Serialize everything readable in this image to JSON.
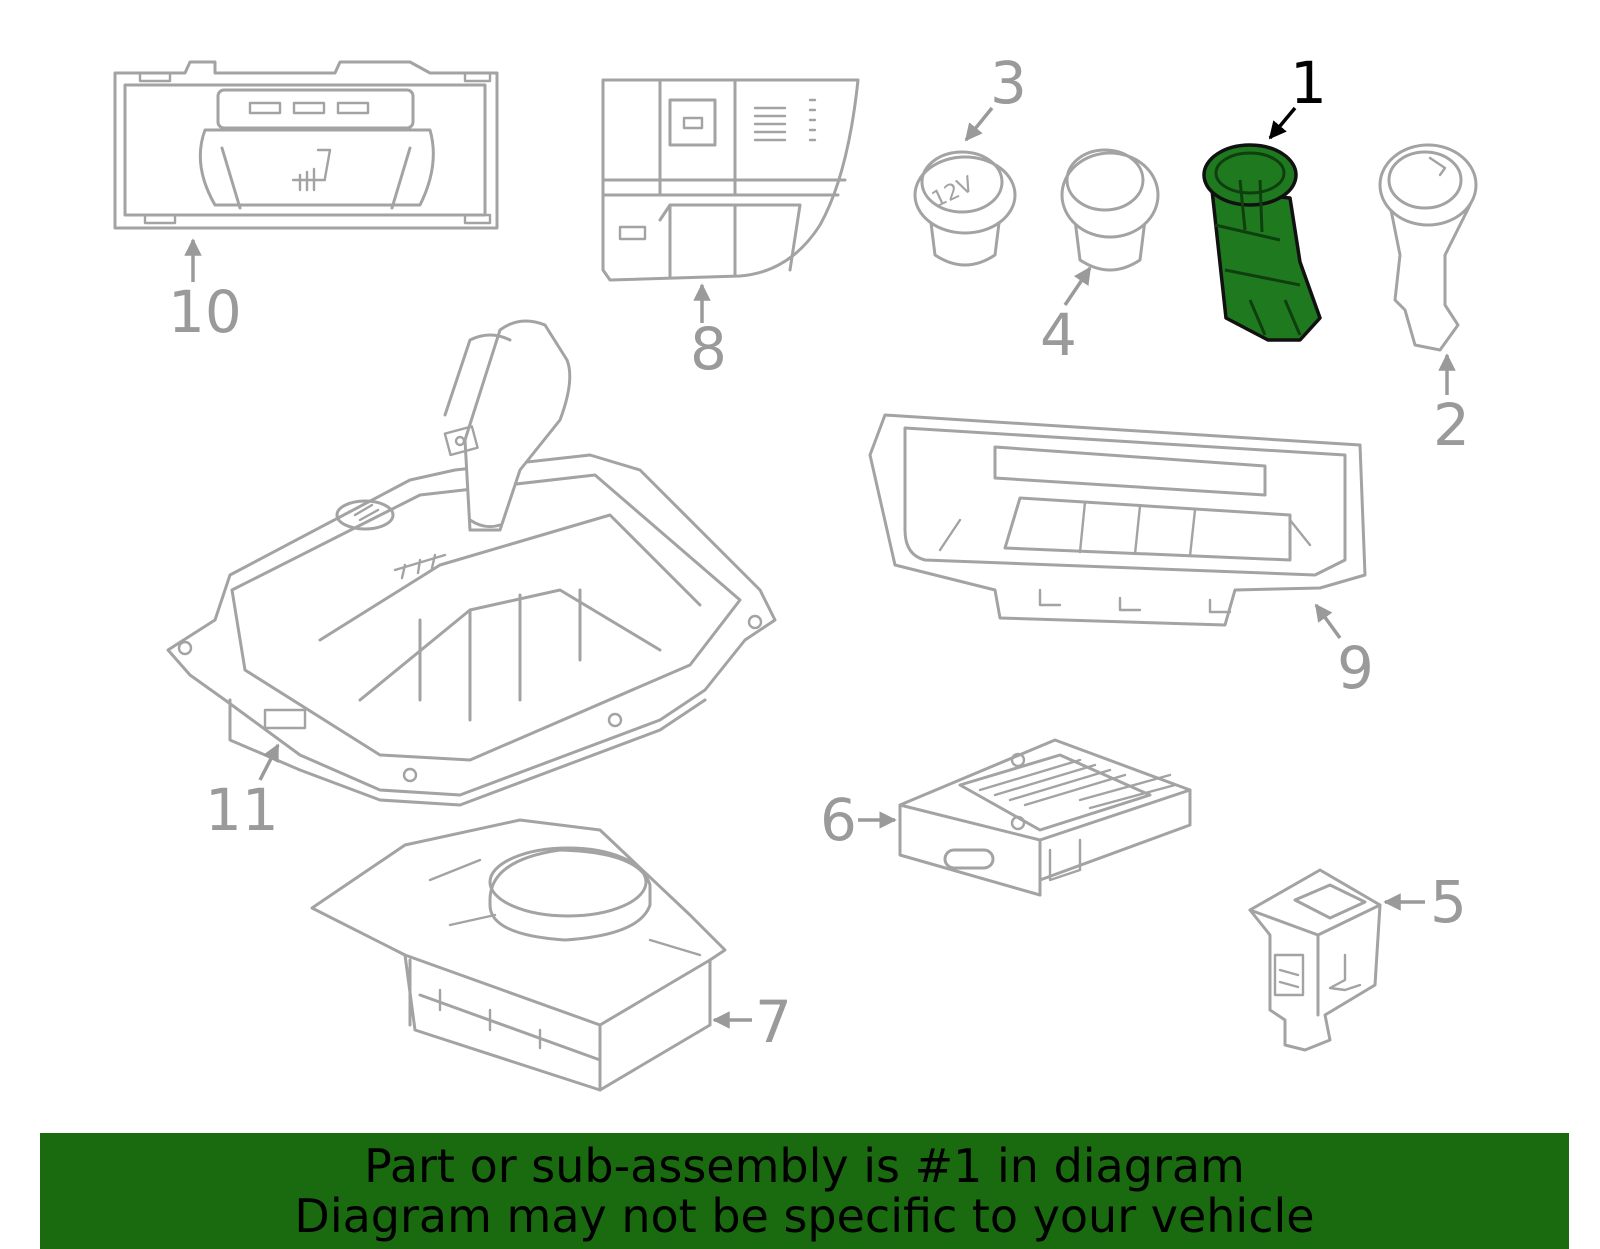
{
  "callouts": {
    "c1": "1",
    "c2": "2",
    "c3": "3",
    "c4": "4",
    "c5": "5",
    "c6": "6",
    "c7": "7",
    "c8": "8",
    "c9": "9",
    "c10": "10",
    "c11": "11"
  },
  "part_labels": {
    "socket_12v": "12V"
  },
  "highlighted_part": "1",
  "colors": {
    "highlight": "#1f7a1f",
    "banner": "#1a6a10",
    "part_stroke": "#a3a3a3"
  },
  "banner": {
    "line1": "Part or sub-assembly is #1 in diagram",
    "line2": "Diagram may not be specific to your vehicle"
  }
}
